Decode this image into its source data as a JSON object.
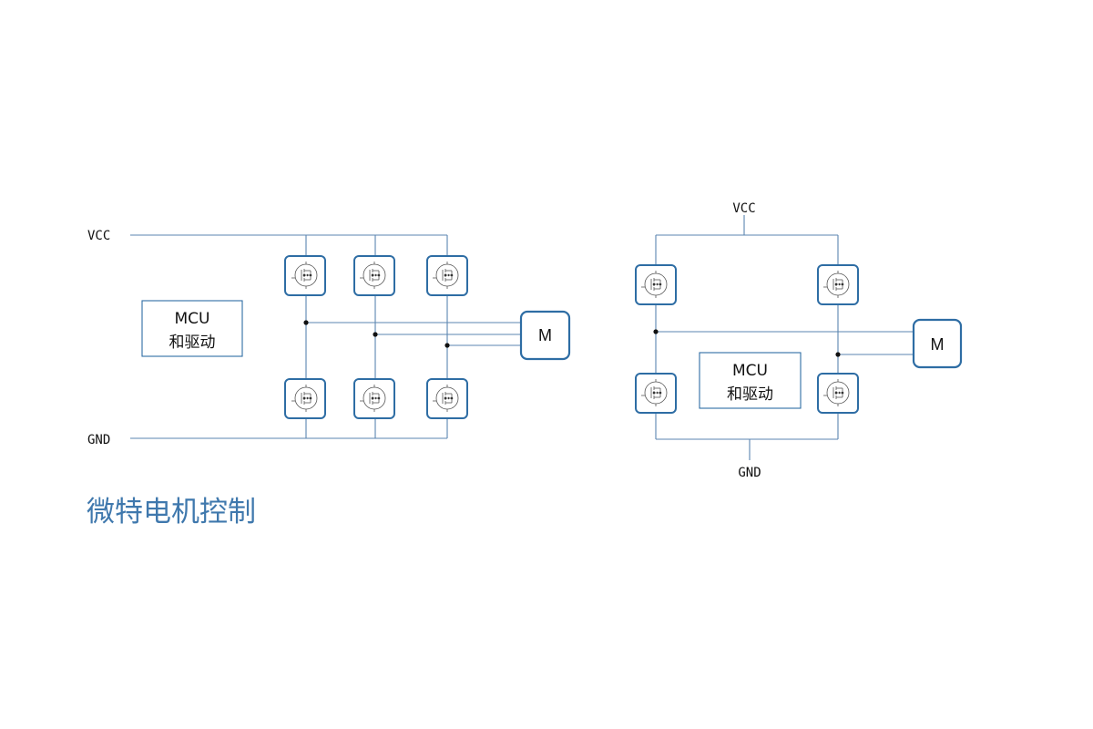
{
  "title": "微特电机控制",
  "left_diagram": {
    "vcc_label": "VCC",
    "gnd_label": "GND",
    "controller": {
      "line1": "MCU",
      "line2": "和驱动"
    },
    "motor_label": "M"
  },
  "right_diagram": {
    "vcc_label": "VCC",
    "gnd_label": "GND",
    "controller": {
      "line1": "MCU",
      "line2": "和驱动"
    },
    "motor_label": "M"
  },
  "colors": {
    "accent": "#2e6da4",
    "wire": "#5b86b0",
    "title": "#3f78ad"
  },
  "icons": {
    "switch": "mosfet-icon"
  }
}
